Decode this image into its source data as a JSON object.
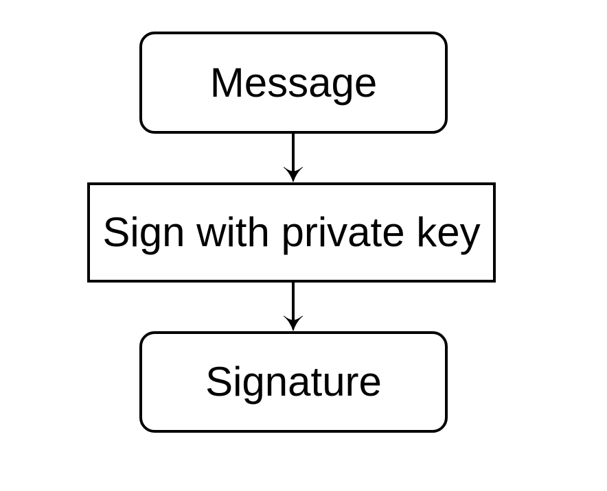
{
  "diagram": {
    "type": "flowchart",
    "direction": "top-to-bottom",
    "colors": {
      "background": "#ffffff",
      "node_fill": "#ffffff",
      "stroke": "#000000",
      "text": "#000000"
    },
    "nodes": [
      {
        "id": "message",
        "label": "Message",
        "shape": "rounded-rectangle"
      },
      {
        "id": "sign",
        "label": "Sign with private key",
        "shape": "rectangle"
      },
      {
        "id": "signature",
        "label": "Signature",
        "shape": "rounded-rectangle"
      }
    ],
    "edges": [
      {
        "from": "message",
        "to": "sign",
        "style": "arrow-down"
      },
      {
        "from": "sign",
        "to": "signature",
        "style": "arrow-down"
      }
    ]
  }
}
